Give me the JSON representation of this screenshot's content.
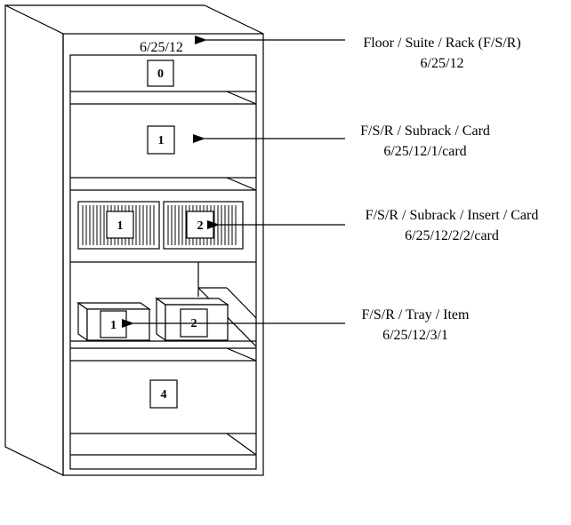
{
  "rack": {
    "top_label": "6/25/12",
    "slots": {
      "slot0": "0",
      "slot1": "1",
      "insert1": "1",
      "insert2": "2",
      "tray1": "1",
      "tray2": "2",
      "slot4": "4"
    }
  },
  "annotations": [
    {
      "title": "Floor / Suite / Rack (F/S/R)",
      "code": "6/25/12"
    },
    {
      "title": "F/S/R / Subrack / Card",
      "code": "6/25/12/1/card"
    },
    {
      "title": "F/S/R / Subrack / Insert / Card",
      "code": "6/25/12/2/2/card"
    },
    {
      "title": "F/S/R / Tray / Item",
      "code": "6/25/12/3/1"
    }
  ]
}
